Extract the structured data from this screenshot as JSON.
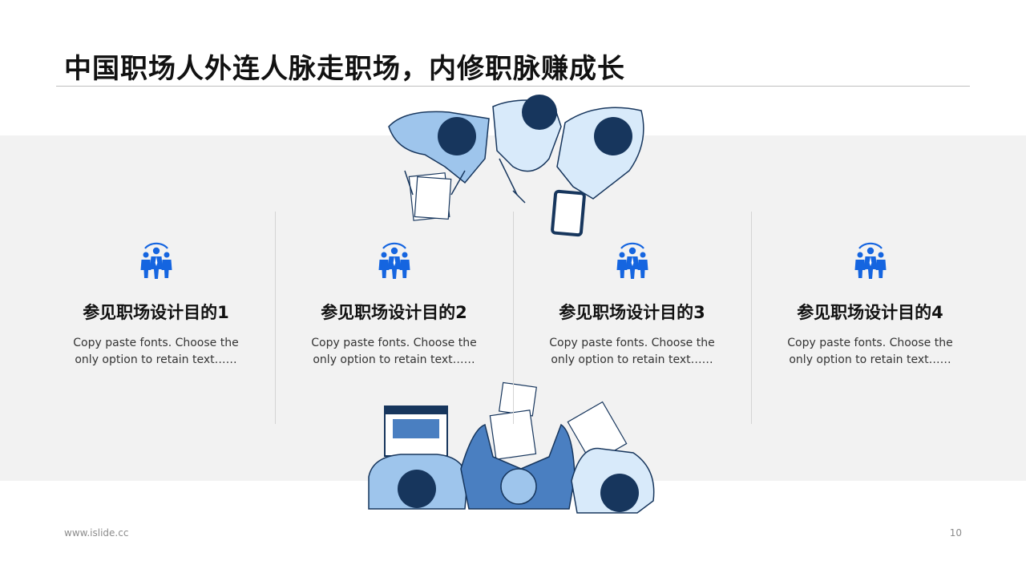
{
  "slide": {
    "title": "中国职场人外连人脉走职场，内修职脉赚成长"
  },
  "columns": [
    {
      "icon": "team-people-icon",
      "title": "参见职场设计目的1",
      "text": "Copy paste fonts. Choose the only option to retain text……"
    },
    {
      "icon": "team-people-icon",
      "title": "参见职场设计目的2",
      "text": "Copy paste fonts. Choose the only option to retain text……"
    },
    {
      "icon": "team-people-icon",
      "title": "参见职场设计目的3",
      "text": "Copy paste fonts. Choose the only option to retain text……"
    },
    {
      "icon": "team-people-icon",
      "title": "参见职场设计目的4",
      "text": "Copy paste fonts. Choose the only option to retain text……"
    }
  ],
  "footer": {
    "url": "www.islide.cc",
    "page_number": "10"
  },
  "colors": {
    "accent": "#1565e0",
    "band": "#f2f2f2",
    "illustration_dark": "#17365d",
    "illustration_mid": "#4a7fc1",
    "illustration_light": "#9ec5ec",
    "illustration_pale": "#d8eafa"
  }
}
